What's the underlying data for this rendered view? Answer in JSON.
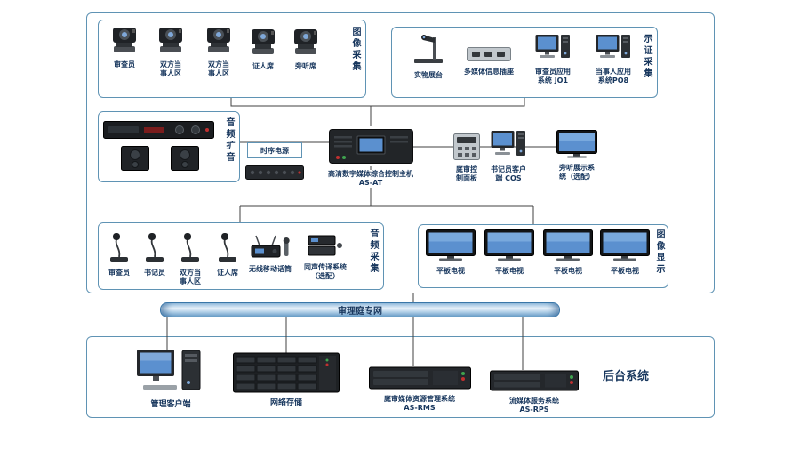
{
  "colors": {
    "text": "#17365d",
    "line": "#404040",
    "screen_blue": "#5b90cf",
    "box_border": "#5f93b4"
  },
  "image_capture": {
    "section_label": "图像采集",
    "items": [
      {
        "label": "审查员"
      },
      {
        "label": "双方当事人区"
      },
      {
        "label": "双方当事人区"
      },
      {
        "label": "证人席"
      },
      {
        "label": "旁听席"
      }
    ]
  },
  "evidence_capture": {
    "section_label": "示证采集",
    "items": [
      {
        "label": "实物展台"
      },
      {
        "label": "多媒体信息插座"
      },
      {
        "label": "审查员应用系统 JO1"
      },
      {
        "label": "当事人应用系统PO8"
      }
    ]
  },
  "audio_amp": {
    "section_label": "音频扩音"
  },
  "power_sequencer": {
    "label": "时序电源"
  },
  "host": {
    "label": "高清数字媒体综合控制主机",
    "model": "AS-AT"
  },
  "control_panel": {
    "label": "庭审控制面板"
  },
  "clerk_client": {
    "label": "书记员客户端 COS"
  },
  "observer_display": {
    "label": "旁听展示系统（选配）"
  },
  "audio_capture": {
    "section_label": "音频采集",
    "items": [
      {
        "label": "审查员"
      },
      {
        "label": "书记员"
      },
      {
        "label": "双方当事人区"
      },
      {
        "label": "证人席"
      },
      {
        "label": "无线移动话筒"
      },
      {
        "label": "同声传译系统（选配）"
      }
    ]
  },
  "display_section": {
    "section_label": "图像显示",
    "items": [
      {
        "label": "平板电视"
      },
      {
        "label": "平板电视"
      },
      {
        "label": "平板电视"
      },
      {
        "label": "平板电视"
      }
    ]
  },
  "network": {
    "label": "审理庭专网"
  },
  "backend": {
    "section_label": "后台系统",
    "items": [
      {
        "label": "管理客户端"
      },
      {
        "label": "网络存储"
      },
      {
        "label": "庭审媒体资源管理系统",
        "model": "AS-RMS"
      },
      {
        "label": "流媒体服务系统",
        "model": "AS-RPS"
      }
    ]
  }
}
